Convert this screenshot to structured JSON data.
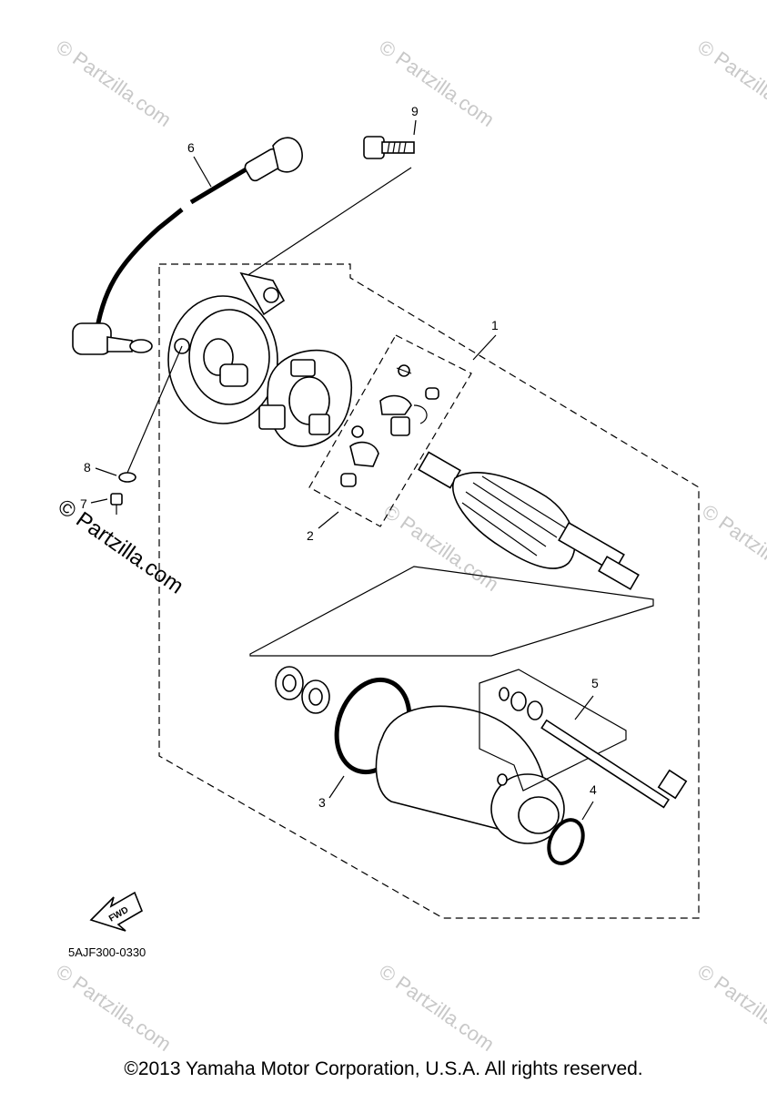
{
  "watermark": {
    "text": "© Partzilla.com",
    "main_text": "© Partzilla.com"
  },
  "diagram_code": "5AJF300-0330",
  "fwd_label": "FWD",
  "callouts": [
    "1",
    "2",
    "3",
    "4",
    "5",
    "6",
    "7",
    "8",
    "9"
  ],
  "copyright": "©2013 Yamaha Motor Corporation, U.S.A. All rights reserved."
}
